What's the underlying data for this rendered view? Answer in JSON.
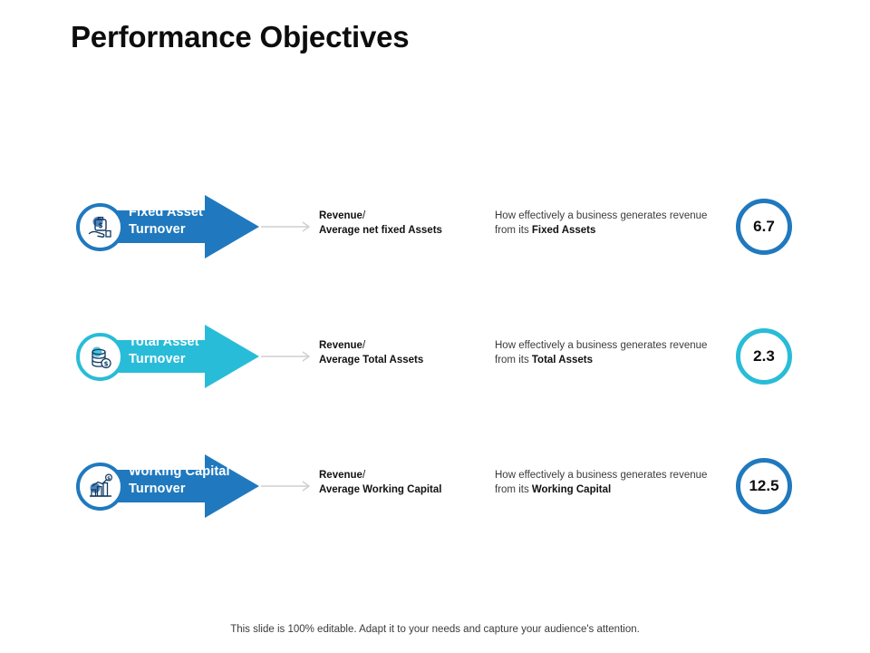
{
  "slide": {
    "title": "Performance Objectives",
    "footer": "This slide is 100% editable. Adapt it to your needs and capture your audience's attention."
  },
  "colors": {
    "blue": "#2079be",
    "cyan": "#29bcd8",
    "title_text": "#0d0d0d",
    "body_text": "#3b3b3b",
    "connector": "#cfcfcf"
  },
  "rows": [
    {
      "label_line1": "Fixed Asset",
      "label_line2": "Turnover",
      "icon": "hand-holding-money-icon",
      "color": "blue",
      "formula_numerator": "Revenue",
      "formula_slash": "/",
      "formula_denominator": "Average net fixed Assets",
      "description_prefix": "How effectively a business generates revenue from its ",
      "description_emphasis": "Fixed Assets",
      "value": "6.7"
    },
    {
      "label_line1": "Total Asset",
      "label_line2": "Turnover",
      "icon": "coins-stack-icon",
      "color": "cyan",
      "formula_numerator": "Revenue",
      "formula_slash": "/",
      "formula_denominator": "Average Total Assets",
      "description_prefix": "How effectively a business generates revenue from its ",
      "description_emphasis": "Total Assets",
      "value": "2.3"
    },
    {
      "label_line1": "Working Capital",
      "label_line2": "Turnover",
      "icon": "bar-chart-growth-icon",
      "color": "blue",
      "formula_numerator": "Revenue",
      "formula_slash": "/",
      "formula_denominator": "Average Working Capital",
      "description_prefix": "How effectively a business generates revenue from its ",
      "description_emphasis": "Working Capital",
      "value": "12.5"
    }
  ]
}
